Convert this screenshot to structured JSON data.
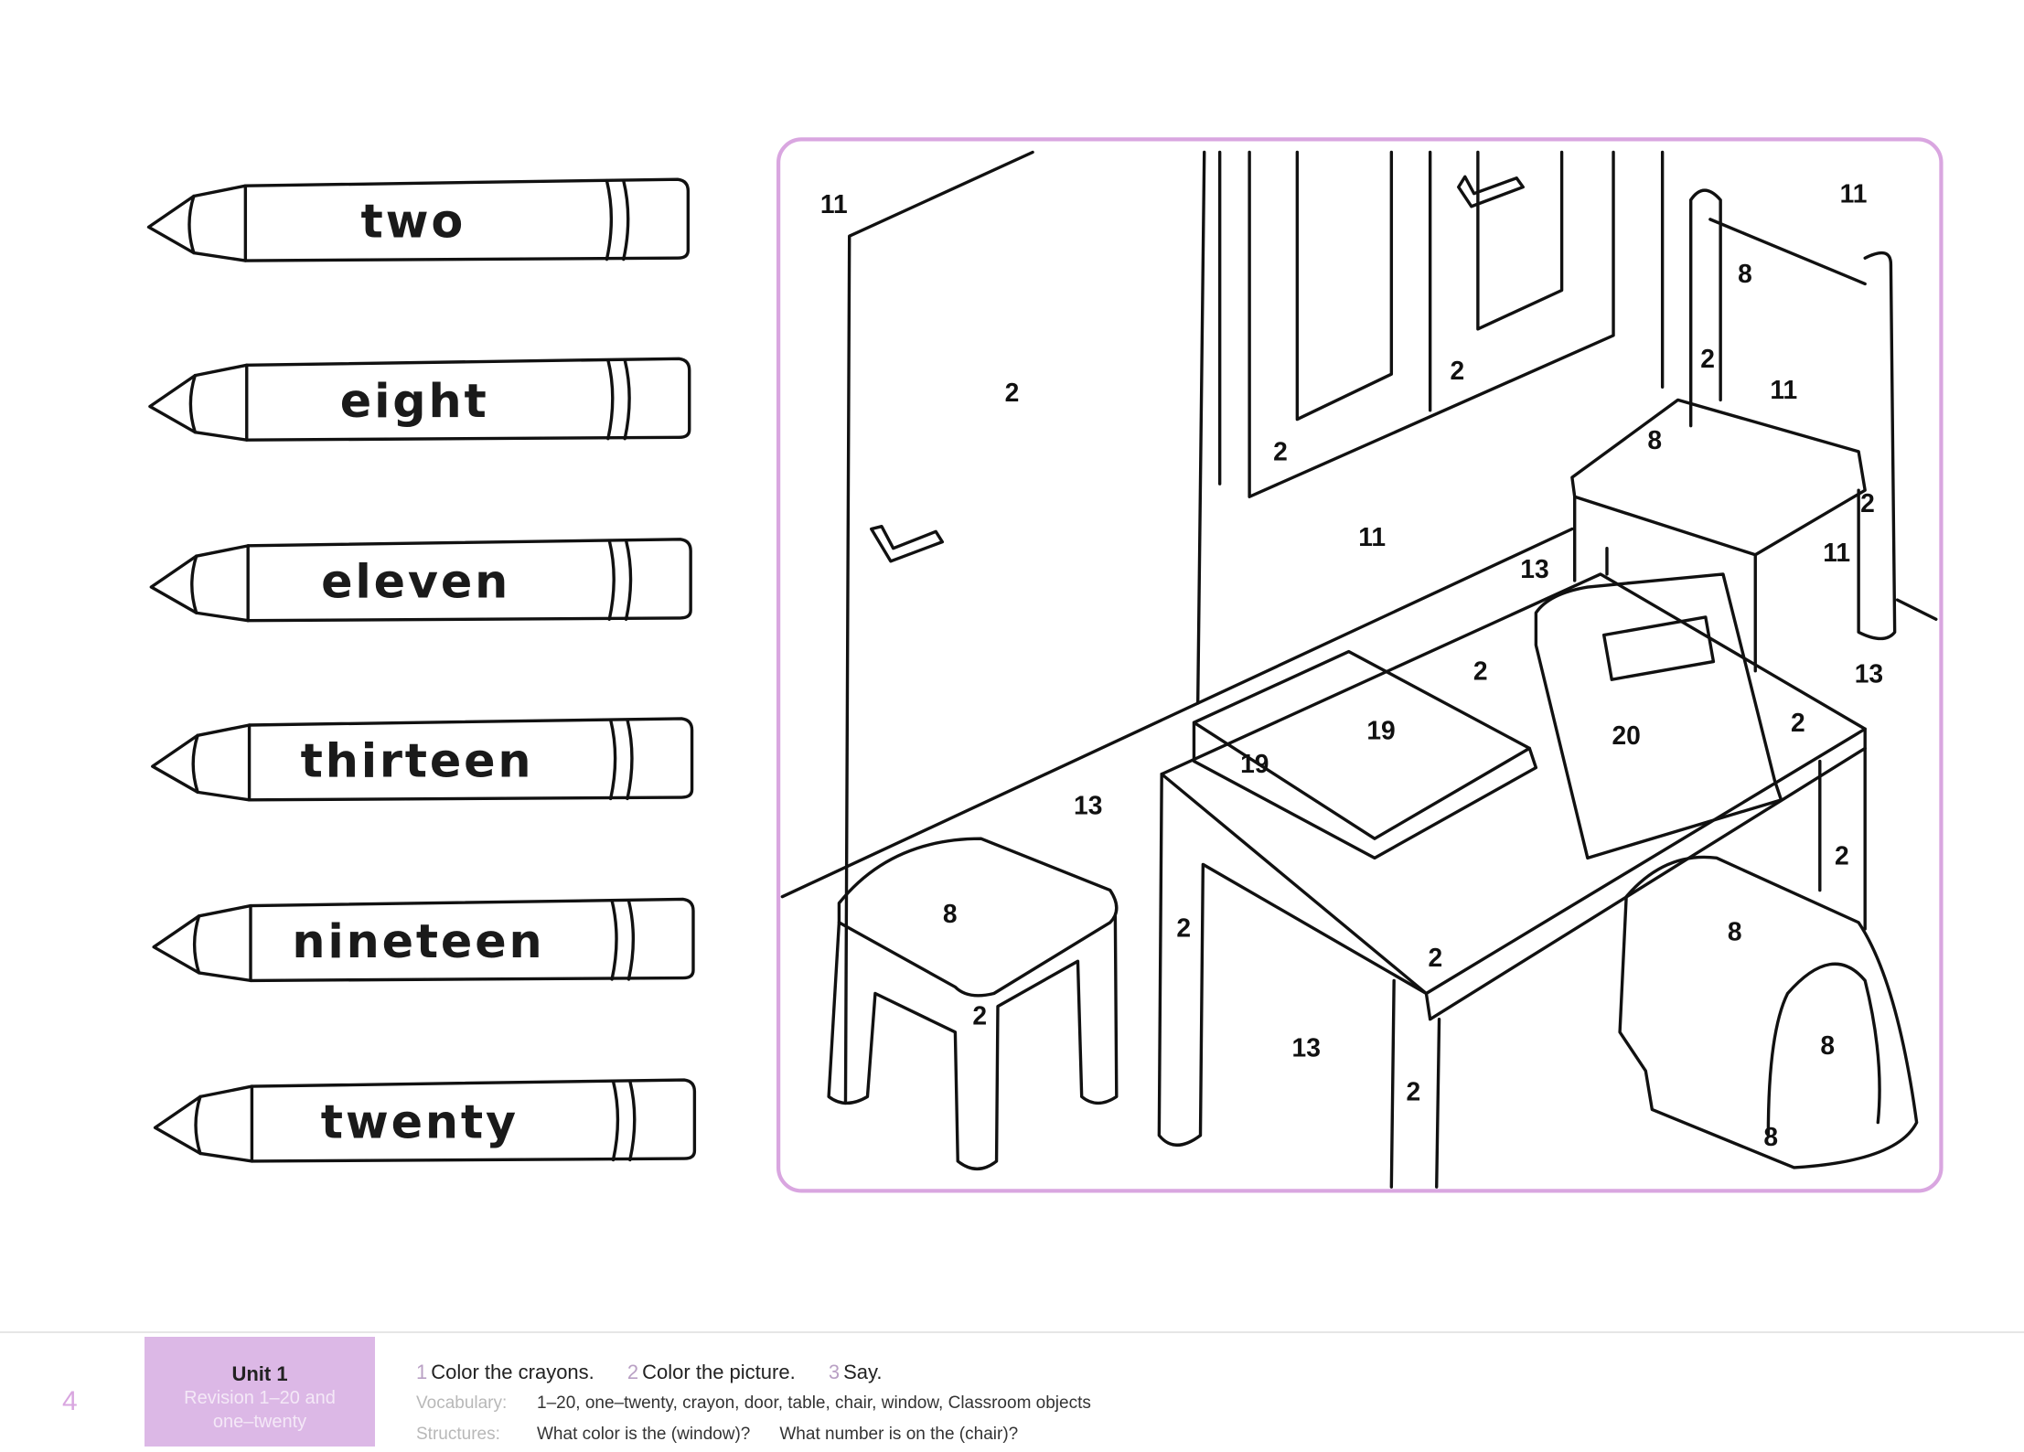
{
  "crayons": [
    "two",
    "eight",
    "eleven",
    "thirteen",
    "nineteen",
    "twenty"
  ],
  "picture_numbers": [
    "11",
    "2",
    "2",
    "2",
    "11",
    "8",
    "2",
    "11",
    "8",
    "2",
    "11",
    "13",
    "11",
    "2",
    "13",
    "19",
    "20",
    "19",
    "2",
    "13",
    "2",
    "8",
    "8",
    "2",
    "2",
    "2",
    "13",
    "8",
    "2",
    "8"
  ],
  "footer": {
    "page_number": "4",
    "unit_title": "Unit 1",
    "unit_subtitle_1": "Revision 1–20 and",
    "unit_subtitle_2": "one–twenty",
    "instructions": [
      {
        "num": "1",
        "text": "Color the crayons."
      },
      {
        "num": "2",
        "text": "Color the picture."
      },
      {
        "num": "3",
        "text": "Say."
      }
    ],
    "vocabulary_label": "Vocabulary:",
    "vocabulary": "1–20, one–twenty, crayon, door, table, chair, window, Classroom objects",
    "structures_label": "Structures:",
    "structures_1": "What color is the (window)?",
    "structures_2": "What number is on the (chair)?"
  },
  "colors": {
    "accent": "#dcb8e6",
    "frame": "#d9a6e0"
  }
}
